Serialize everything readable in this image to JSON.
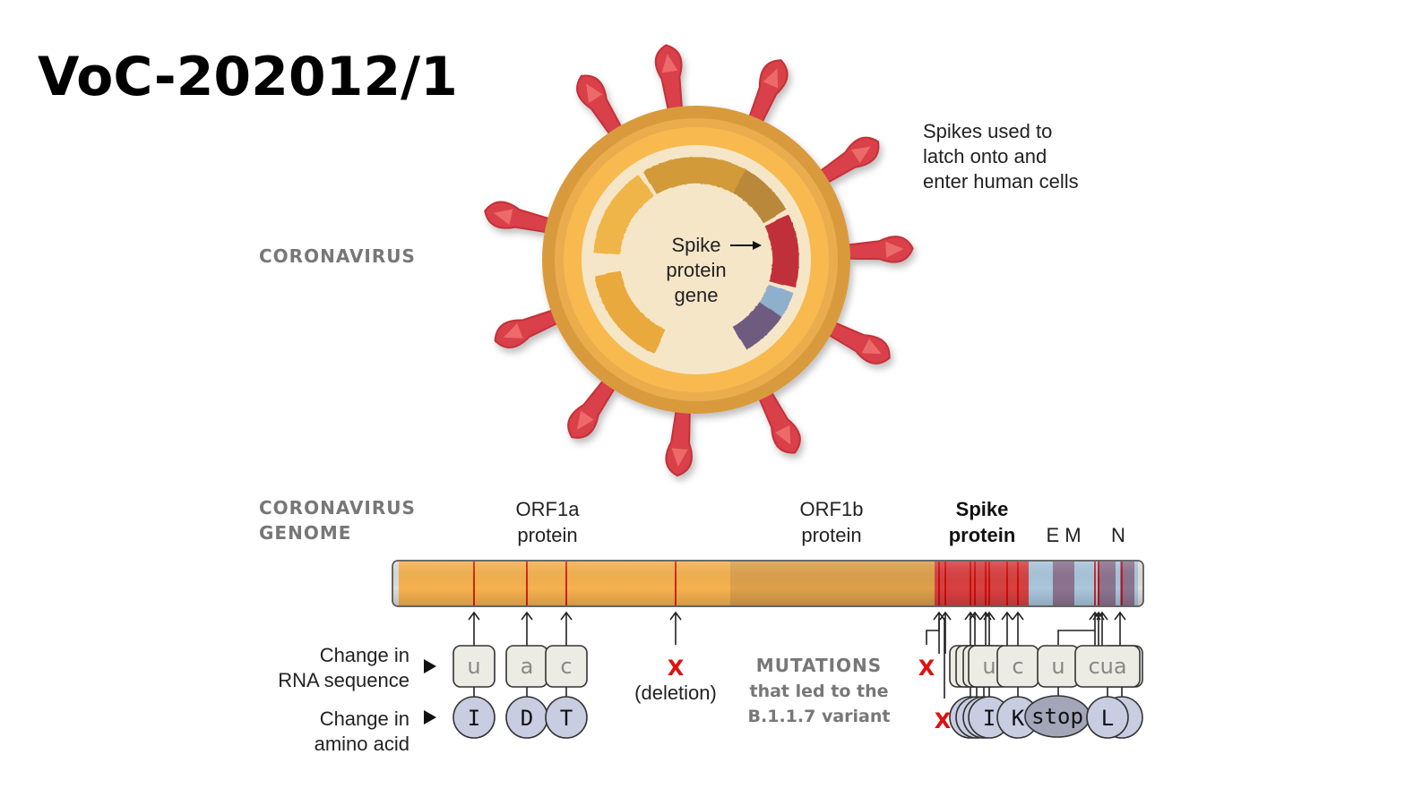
{
  "title": "VoC-202012/1",
  "coronavirus_label": "CORONAVIRUS",
  "spike_note": [
    "Spikes used to",
    "latch onto and",
    "enter human cells"
  ],
  "spike_gene": [
    "Spike",
    "protein",
    "gene"
  ],
  "genome_label": [
    "CORONAVIRUS",
    "GENOME"
  ],
  "genes": {
    "orf1a": [
      "ORF1a",
      "protein"
    ],
    "orf1b": [
      "ORF1b",
      "protein"
    ],
    "spike": [
      "Spike",
      "protein"
    ],
    "em": "E M",
    "n": "N"
  },
  "legend": {
    "rna": [
      "Change in",
      "RNA sequence"
    ],
    "aa": [
      "Change in",
      "amino acid"
    ]
  },
  "mutations_left": [
    {
      "rna": "u",
      "aa": "I"
    },
    {
      "rna": "a",
      "aa": "D"
    },
    {
      "rna": "c",
      "aa": "T"
    }
  ],
  "deletion": {
    "mark": "X",
    "label": "(deletion)"
  },
  "mutations_caption": [
    "MUTATIONS",
    "that led to the",
    "B.1.1.7 variant"
  ],
  "mutations_right": {
    "rna": [
      "u",
      "c",
      "u",
      "cua"
    ],
    "aa": [
      "I",
      "K",
      "stop",
      "L"
    ],
    "deletion_marks": [
      "X",
      "X"
    ]
  },
  "colors": {
    "orf1a": "#f7b24f",
    "orf1b": "#dea14a",
    "spike": "#d94040",
    "em": "#a9c7dc",
    "n": "#8d7390",
    "mutation": "#cc0000",
    "rna_box": "#ecece4",
    "aa_circle": "#c8cde2"
  }
}
